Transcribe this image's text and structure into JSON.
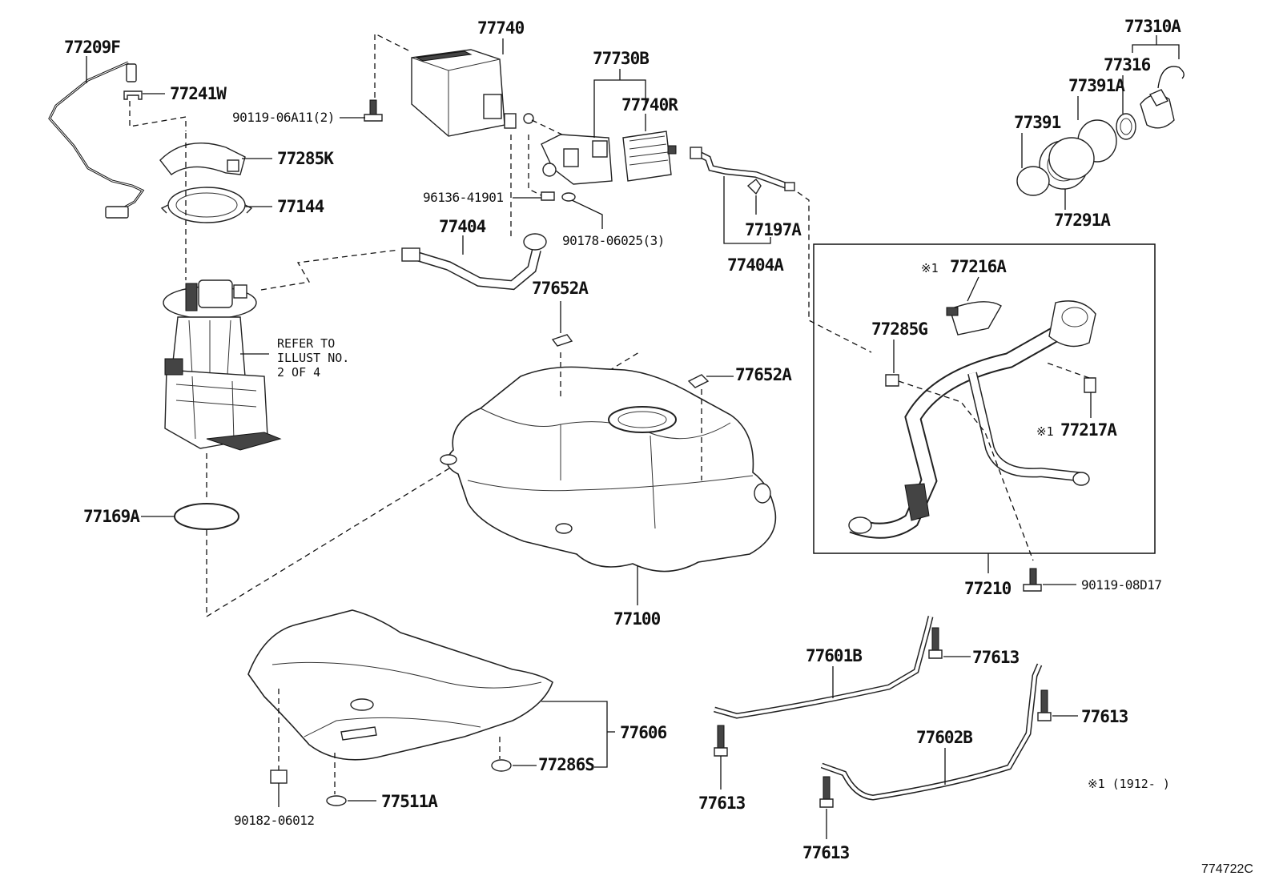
{
  "diagram_id": "774722C",
  "footnote": "※1 (1912-      )",
  "refer_note": [
    "REFER TO",
    "ILLUST NO.",
    "2 OF 4"
  ],
  "marker": "※1",
  "labels": {
    "p77209F": "77209F",
    "p77241W": "77241W",
    "p9011906A11": "90119-06A11(2)",
    "p77285K": "77285K",
    "p77144": "77144",
    "p77740": "77740",
    "p77730B": "77730B",
    "p77740R": "77740R",
    "p9613641901": "96136-41901",
    "p9017806025": "90178-06025(3)",
    "p77404": "77404",
    "p77652A_top": "77652A",
    "p77652A_right": "77652A",
    "p77197A": "77197A",
    "p77404A": "77404A",
    "p77310A": "77310A",
    "p77316": "77316",
    "p77391A": "77391A",
    "p77391": "77391",
    "p77291A": "77291A",
    "p77216A": "77216A",
    "p77285G": "77285G",
    "p77217A": "77217A",
    "p77210": "77210",
    "p9011908D17": "90119-08D17",
    "p77169A": "77169A",
    "p77100": "77100",
    "p77606": "77606",
    "p77286S": "77286S",
    "p77511A": "77511A",
    "p9018206012": "90182-06012",
    "p77601B": "77601B",
    "p77602B": "77602B",
    "p77613_a": "77613",
    "p77613_b": "77613",
    "p77613_c": "77613",
    "p77613_d": "77613"
  }
}
